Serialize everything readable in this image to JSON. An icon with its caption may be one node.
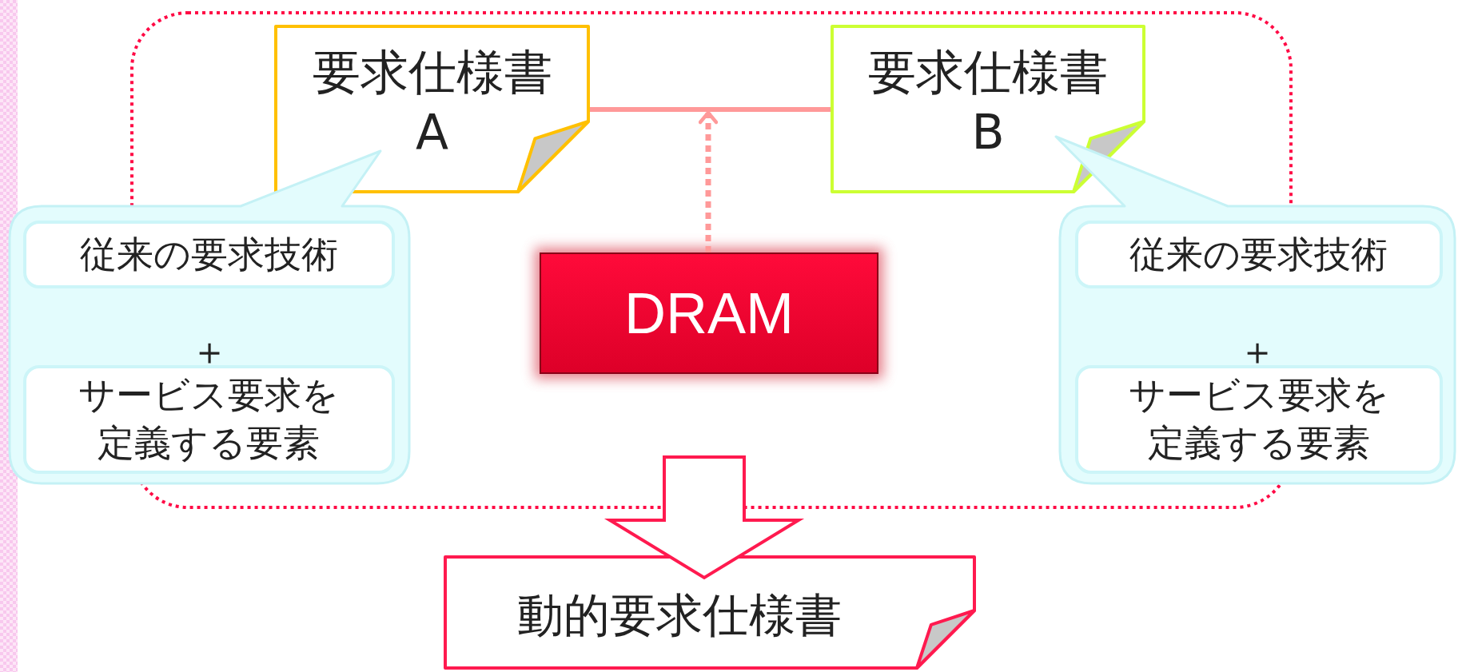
{
  "diagram": {
    "nodes": [
      {
        "text": [],
        "shape": "box"
      },
      {
        "text": [
          "要求仕様書A"
        ],
        "in": 0
      },
      {
        "text": [
          "要求仕様書B"
        ],
        "in": 0
      },
      {
        "text": [
          "＋"
        ]
      },
      {
        "text": [
          "従来の要求技術"
        ],
        "in": 3
      },
      {
        "text": [
          "サービス要求を定義する要素"
        ],
        "in": 3
      },
      {
        "text": [
          "DRAM"
        ],
        "in": 0
      },
      {
        "text": [
          "＋"
        ]
      },
      {
        "text": [
          "従来の要求技術"
        ],
        "in": 7
      },
      {
        "text": [
          "サービス要求を定義する要素"
        ],
        "in": 7
      },
      {
        "text": [
          "動的要求仕様書"
        ]
      }
    ],
    "edges": [
      {
        "from": 1,
        "to": 2,
        "arrow": "none",
        "color": "#ff9999"
      },
      {
        "from": 6,
        "to": null,
        "arrow": "to",
        "style": "dashed",
        "color": "#ff9999"
      },
      {
        "from": 0,
        "to": 10,
        "arrow": "to",
        "style": "thick",
        "color": "#ff1a4f"
      }
    ]
  }
}
